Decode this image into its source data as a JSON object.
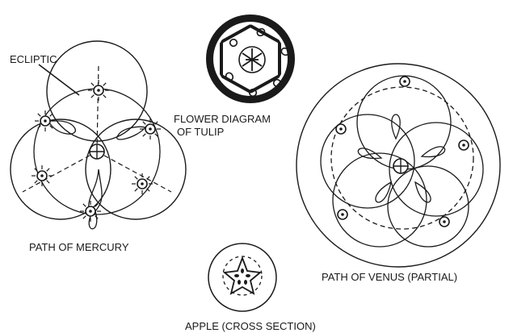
{
  "labels": {
    "ecliptic": "ECLIPTIC",
    "tulip_line1": "FLOWER DIAGRAM",
    "tulip_line2": "OF TULIP",
    "mercury": "PATH OF MERCURY",
    "venus": "PATH OF VENUS (PARTIAL)",
    "apple": "APPLE (CROSS SECTION)"
  },
  "colors": {
    "ink": "#1a1a1a",
    "background": "#ffffff"
  }
}
